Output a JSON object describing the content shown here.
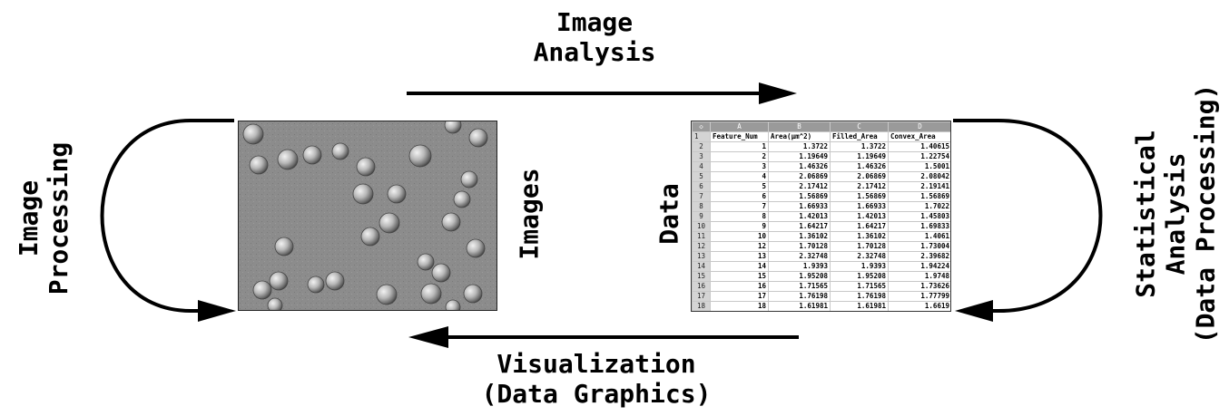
{
  "labels": {
    "image_analysis_line1": "Image",
    "image_analysis_line2": "Analysis",
    "visualization_line1": "Visualization",
    "visualization_line2": "(Data Graphics)",
    "image_processing_line1": "Image",
    "image_processing_line2": "Processing",
    "images": "Images",
    "data": "Data",
    "statistical_line1": "Statistical",
    "statistical_line2": "Analysis",
    "statistical_line3": "(Data Processing)"
  },
  "spreadsheet": {
    "corner": "◇",
    "columns": [
      "A",
      "B",
      "C",
      "D"
    ],
    "headers": [
      "Feature_Num",
      "Area(μm^2)",
      "Filled_Area",
      "Convex_Area"
    ],
    "rows": [
      [
        "2",
        "1",
        "1.3722",
        "1.3722",
        "1.40615"
      ],
      [
        "3",
        "2",
        "1.19649",
        "1.19649",
        "1.22754"
      ],
      [
        "4",
        "3",
        "1.46326",
        "1.46326",
        "1.5001"
      ],
      [
        "5",
        "4",
        "2.06869",
        "2.06869",
        "2.08042"
      ],
      [
        "6",
        "5",
        "2.17412",
        "2.17412",
        "2.19141"
      ],
      [
        "7",
        "6",
        "1.56869",
        "1.56869",
        "1.56869"
      ],
      [
        "8",
        "7",
        "1.66933",
        "1.66933",
        "1.7022"
      ],
      [
        "9",
        "8",
        "1.42013",
        "1.42013",
        "1.45803"
      ],
      [
        "10",
        "9",
        "1.64217",
        "1.64217",
        "1.69833"
      ],
      [
        "11",
        "10",
        "1.36102",
        "1.36102",
        "1.4061"
      ],
      [
        "12",
        "12",
        "1.70128",
        "1.70128",
        "1.73004"
      ],
      [
        "13",
        "13",
        "2.32748",
        "2.32748",
        "2.39682"
      ],
      [
        "14",
        "14",
        "1.9393",
        "1.9393",
        "1.94224"
      ],
      [
        "15",
        "15",
        "1.95208",
        "1.95208",
        "1.9748"
      ],
      [
        "16",
        "16",
        "1.71565",
        "1.71565",
        "1.73626"
      ],
      [
        "17",
        "17",
        "1.76198",
        "1.76198",
        "1.77799"
      ],
      [
        "18",
        "18",
        "1.61981",
        "1.61981",
        "1.6619"
      ]
    ]
  }
}
